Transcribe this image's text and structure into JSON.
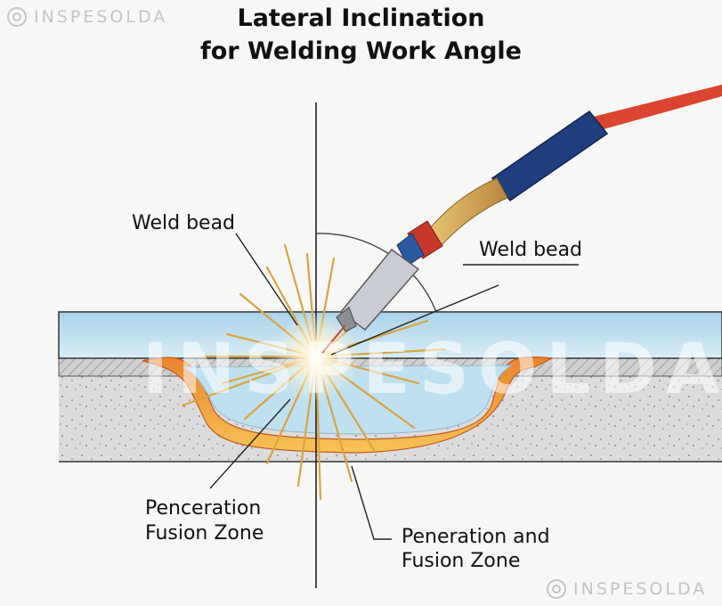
{
  "title_line1": "Lateral Inclination",
  "title_line2": "for Welding Work Angle",
  "labels": {
    "weld_bead_left": "Weld bead",
    "weld_bead_right": "Weld bead",
    "penetration_left_1": "Penceration",
    "penetration_left_2": "Fusion Zone",
    "penetration_right_1": "Peneration and",
    "penetration_right_2": "Fusion Zone"
  },
  "watermark": {
    "text": "INSPESOLDA"
  },
  "colors": {
    "liquid_blue": "#bfe0f0",
    "fusion_orange": "#f0a53a",
    "torch_blue": "#1f3f7f",
    "torch_red": "#c8372c",
    "cable_red": "#d9452f",
    "nozzle_gray": "#c9ccd2"
  }
}
